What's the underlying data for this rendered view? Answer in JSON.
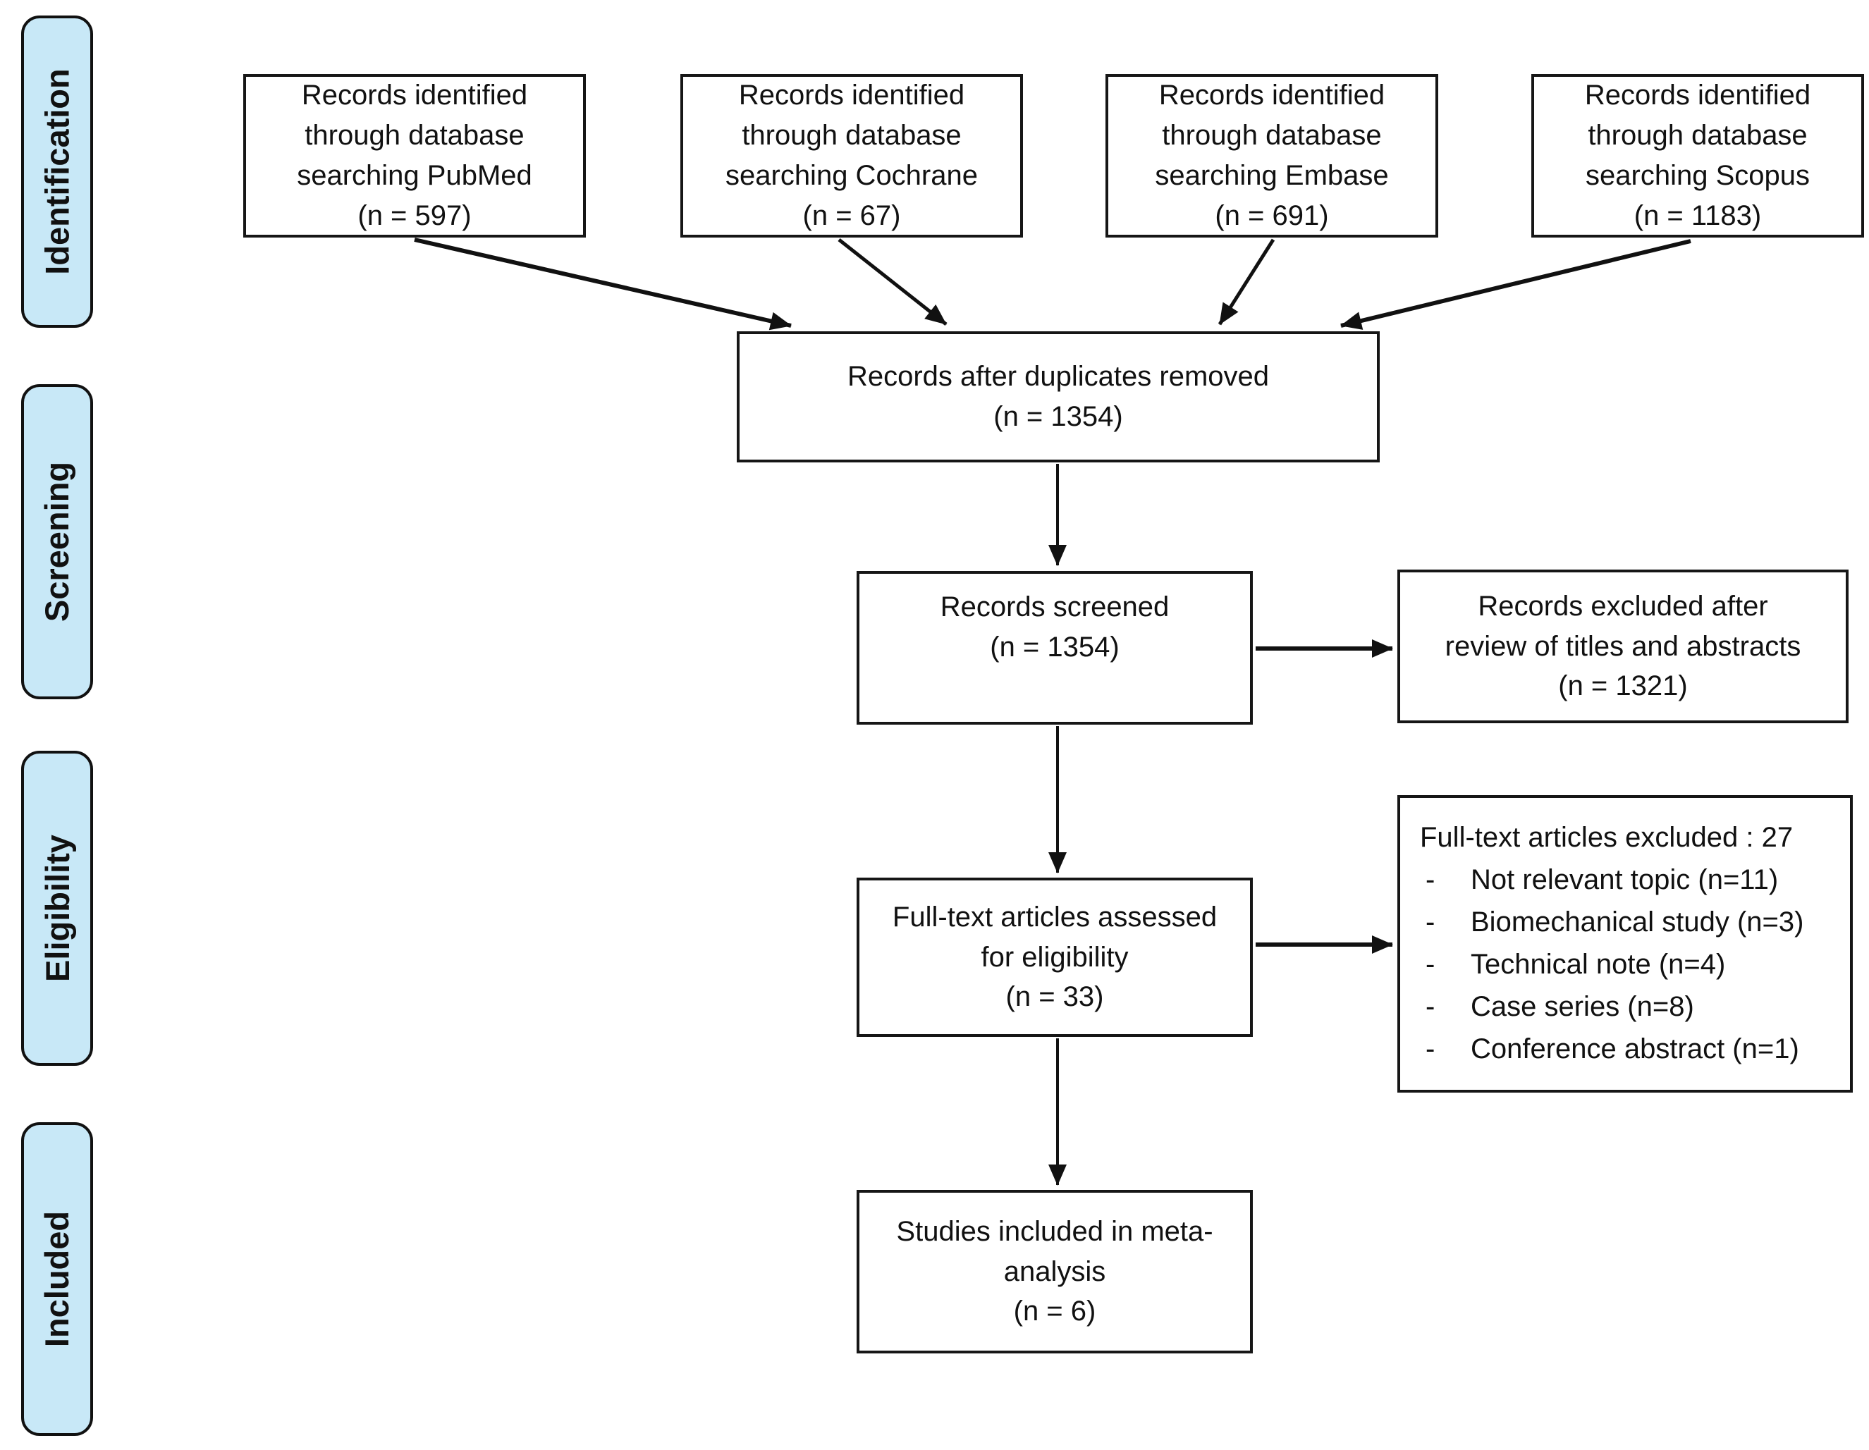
{
  "sidebar": {
    "pill_fill": "#c8e8f7",
    "stages": [
      {
        "label": "Identification"
      },
      {
        "label": "Screening"
      },
      {
        "label": "Eligibility"
      },
      {
        "label": "Included"
      }
    ]
  },
  "sources": [
    {
      "text": "Records identified\nthrough database\nsearching PubMed\n(n = 597)"
    },
    {
      "text": "Records identified\nthrough database\nsearching Cochrane\n(n = 67)"
    },
    {
      "text": "Records identified\nthrough database\nsearching Embase\n(n = 691)"
    },
    {
      "text": "Records identified\nthrough database\nsearching Scopus\n(n = 1183)"
    }
  ],
  "flow": {
    "duplicates_removed": "Records after duplicates removed\n(n = 1354)",
    "records_screened": "Records screened\n(n = 1354)",
    "records_excluded_titles": "Records excluded after\nreview of titles and abstracts\n(n = 1321)",
    "fulltext_assessed": "Full-text articles assessed\nfor eligibility\n(n = 33)",
    "fulltext_excluded": {
      "heading": "Full-text articles excluded : 27",
      "bullet": "-",
      "items": [
        "Not relevant topic (n=11)",
        "Biomechanical study (n=3)",
        "Technical note (n=4)",
        "Case series (n=8)",
        "Conference abstract (n=1)"
      ]
    },
    "included_meta": "Studies included in meta-\nanalysis\n(n = 6)"
  }
}
